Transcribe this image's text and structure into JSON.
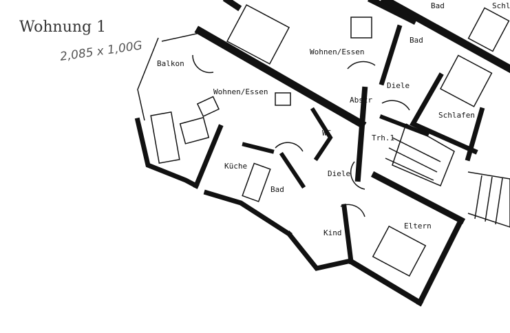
{
  "title": "Wohnung 1",
  "scale_note": "2,085 x 1,00G",
  "rooms": {
    "balkon": "Balkon",
    "wohnen_essen": "Wohnen/Essen",
    "wohnen_essen_neighbor": "Wohnen/Essen",
    "kueche": "Küche",
    "bad": "Bad",
    "bad_neighbor": "Bad",
    "bad_top": "Bad",
    "diele": "Diele",
    "diele_neighbor": "Diele",
    "abstr": "Abstr",
    "wc": "WC",
    "kind": "Kind",
    "eltern": "Eltern",
    "schlafen": "Schlafen",
    "schl_top": "Schl",
    "treppenhaus": "Trh.1"
  }
}
